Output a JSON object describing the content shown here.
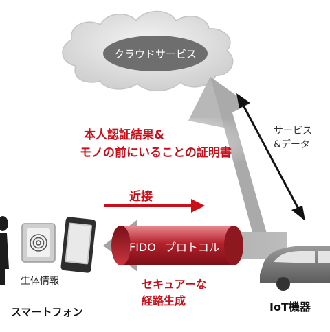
{
  "cloud": {
    "label": "クラウドサービス"
  },
  "proof": {
    "line1": "本人認証結果&",
    "line2": "モノの前にいることの証明書"
  },
  "service_data": {
    "line1": "サービス",
    "line2": "&データ"
  },
  "proximity": {
    "label": "近接"
  },
  "protocol": {
    "label": "FIDO プロトコル"
  },
  "biometrics": {
    "label": "生体情報"
  },
  "secure_path": {
    "line1": "セキュアーな",
    "line2": "経路生成"
  },
  "smartphone": {
    "label": "スマートフォン"
  },
  "iot": {
    "label": "IoT機器"
  },
  "colors": {
    "accent_red": "#c8101c",
    "arrow_gray": "#8c8c8c",
    "cylinder_red": "#b5202a"
  }
}
